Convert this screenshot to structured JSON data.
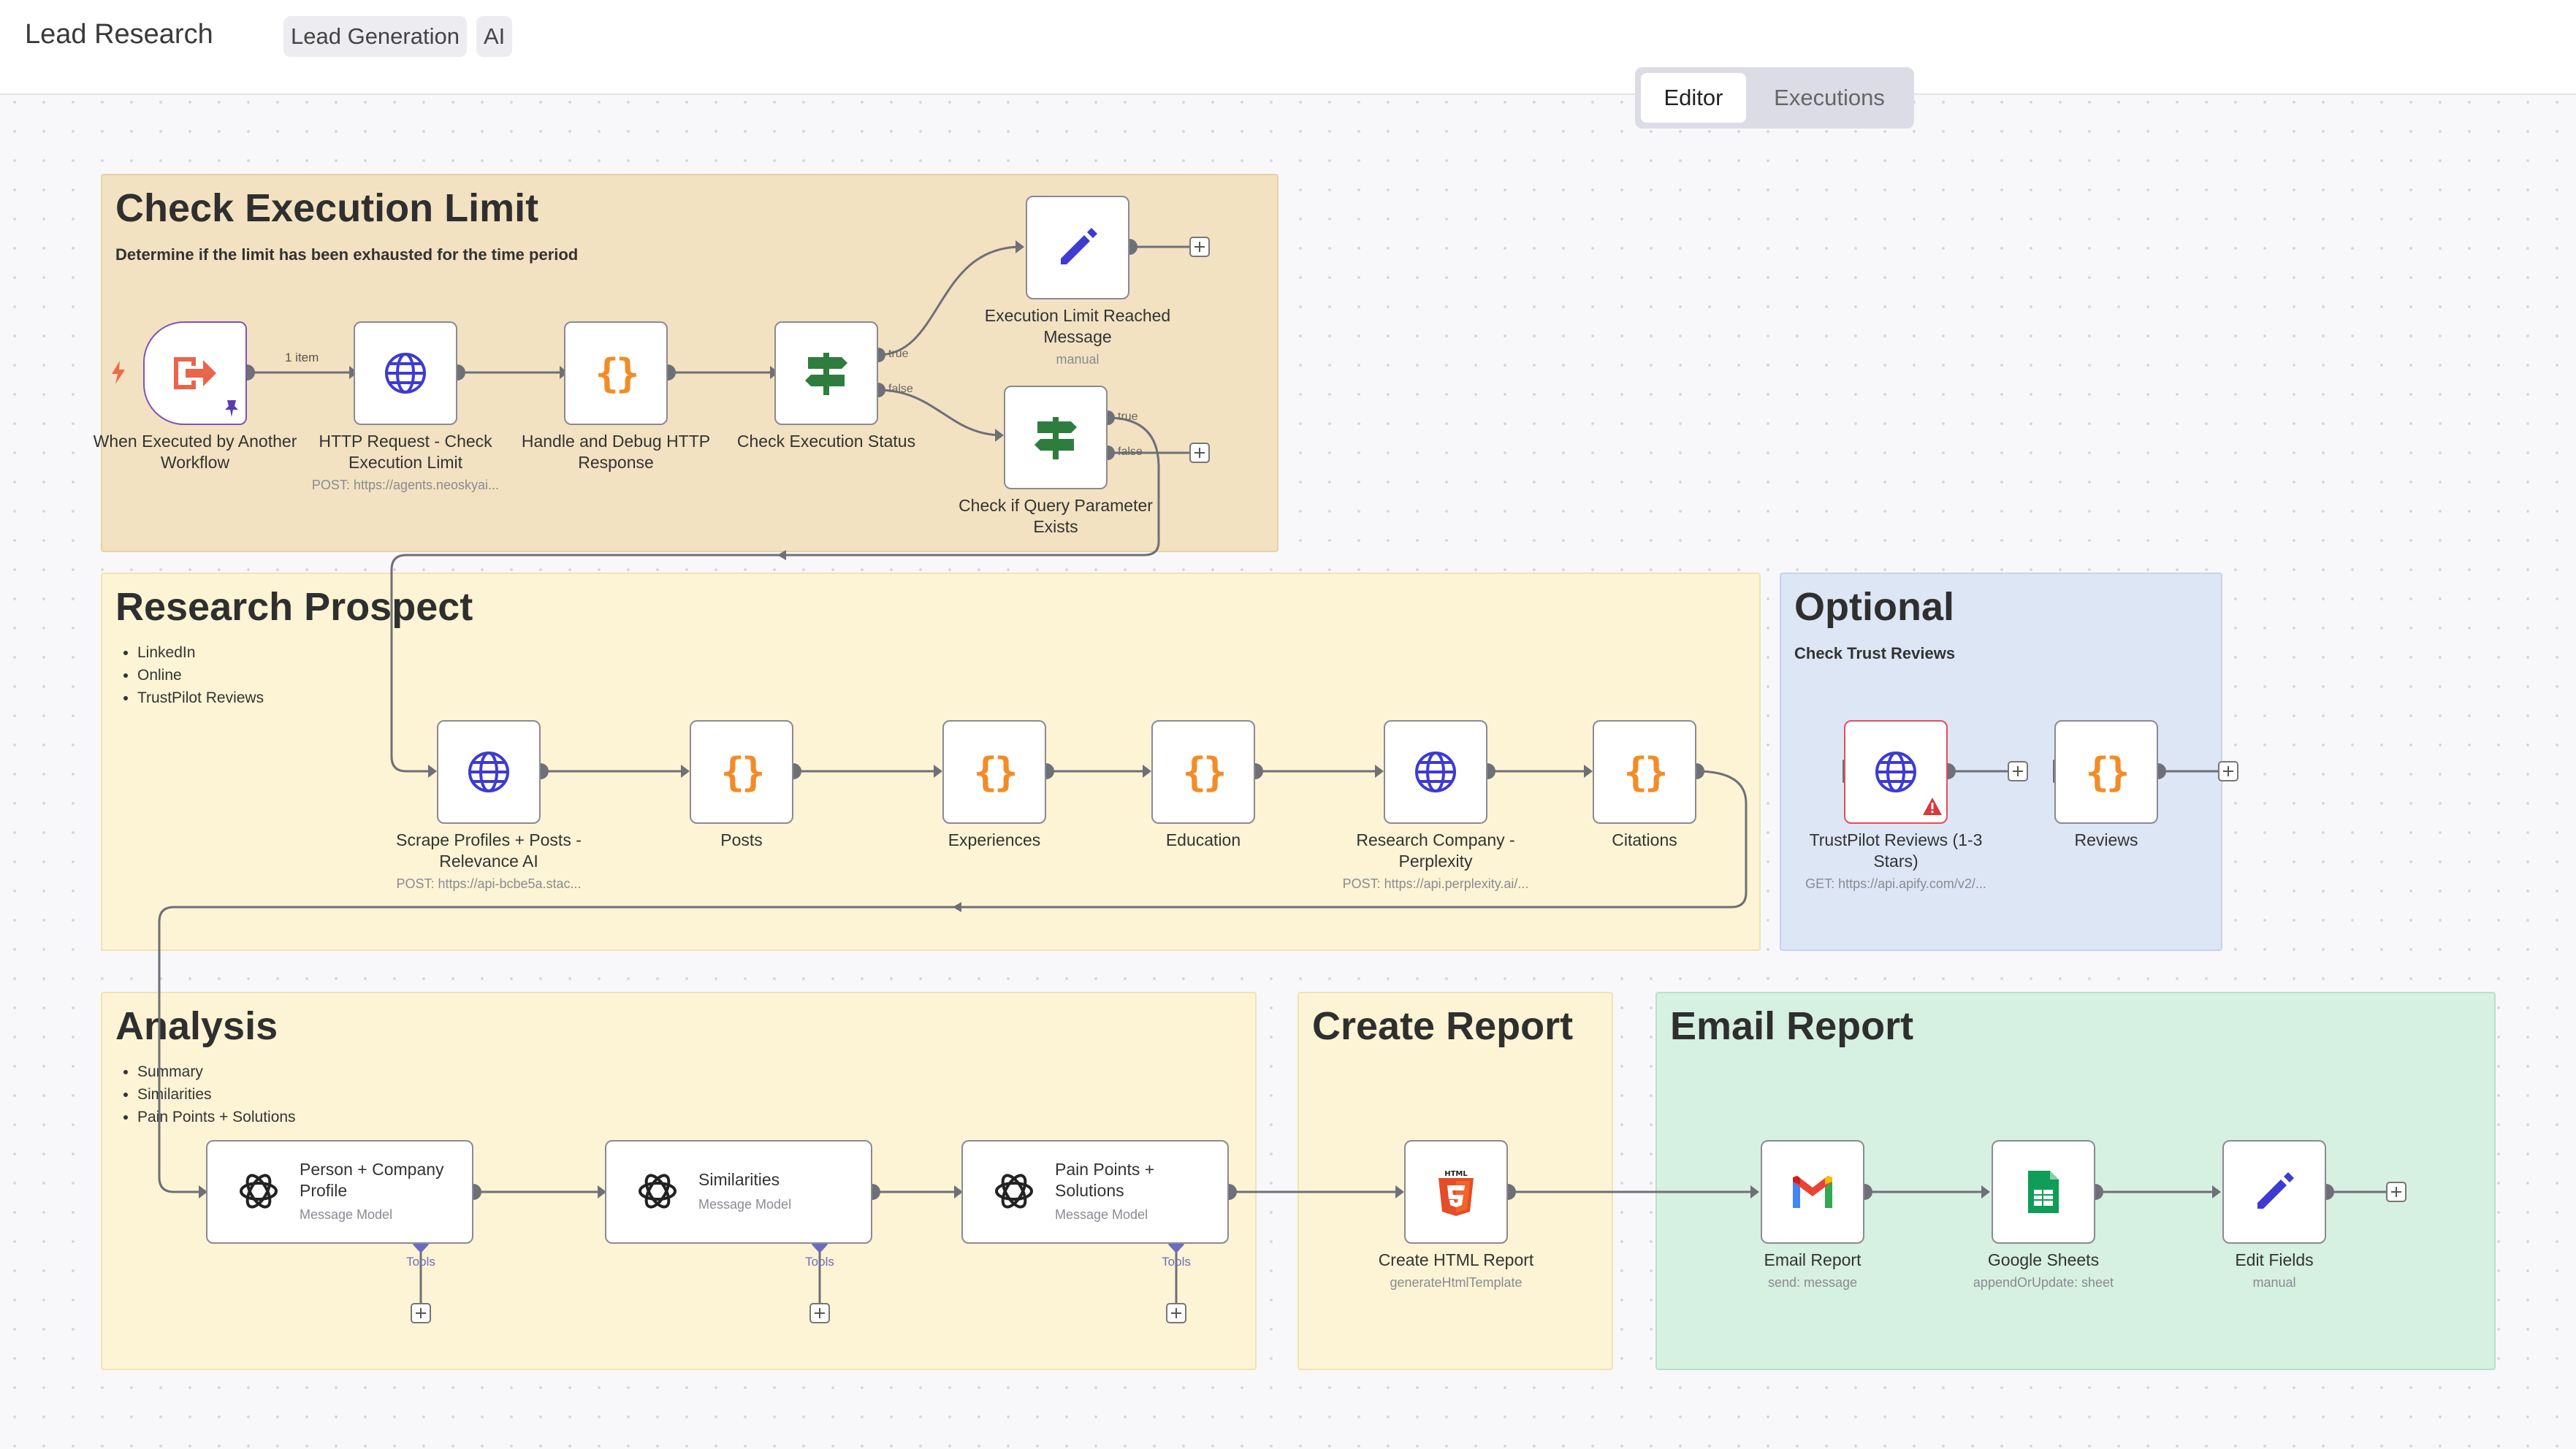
{
  "header": {
    "title": "Lead Research",
    "tags": [
      "Lead Generation",
      "AI"
    ],
    "view_tabs": [
      "Editor",
      "Executions"
    ],
    "active_view": "Editor"
  },
  "colors": {
    "check_group": "#f2e2c1",
    "research_group": "#fcf4d4",
    "optional_group": "#dde6f5",
    "email_group": "#d6f0e1",
    "connection": "#6f6f78",
    "trigger_icon": "#e8654b",
    "http_icon": "#3d3bd1",
    "code_icon": "#f28c28",
    "if_icon": "#2e7d3e",
    "set_icon": "#3d3bd1",
    "error": "#e74c5c"
  },
  "groups": {
    "check": {
      "title": "Check Execution Limit",
      "description": "Determine if the limit has been exhausted for the time period"
    },
    "research": {
      "title": "Research Prospect",
      "bullets": [
        "LinkedIn",
        "Online",
        "TrustPilot Reviews"
      ]
    },
    "optional": {
      "title": "Optional",
      "description": "Check Trust Reviews"
    },
    "analysis": {
      "title": "Analysis",
      "bullets": [
        "Summary",
        "Similarities",
        "Pain Points + Solutions"
      ]
    },
    "create": {
      "title": "Create Report"
    },
    "email": {
      "title": "Email Report"
    }
  },
  "nodes": {
    "trigger": {
      "name": "When Executed by Another Workflow",
      "icon": "execute-workflow-trigger-icon"
    },
    "http_check": {
      "name": "HTTP Request - Check Execution Limit",
      "sub": "POST: https://agents.neoskyai...",
      "icon": "globe-icon"
    },
    "handle_debug": {
      "name": "Handle and Debug HTTP Response",
      "icon": "code-braces-icon"
    },
    "check_status": {
      "name": "Check Execution Status",
      "icon": "signpost-icon"
    },
    "limit_reached": {
      "name": "Execution Limit Reached Message",
      "sub": "manual",
      "icon": "pencil-icon"
    },
    "check_query": {
      "name": "Check if Query Parameter Exists",
      "icon": "signpost-icon"
    },
    "scrape": {
      "name": "Scrape Profiles + Posts - Relevance AI",
      "sub": "POST: https://api-bcbe5a.stac...",
      "icon": "globe-icon"
    },
    "posts": {
      "name": "Posts",
      "icon": "code-braces-icon"
    },
    "experiences": {
      "name": "Experiences",
      "icon": "code-braces-icon"
    },
    "education": {
      "name": "Education",
      "icon": "code-braces-icon"
    },
    "research_company": {
      "name": "Research Company - Perplexity",
      "sub": "POST: https://api.perplexity.ai/...",
      "icon": "globe-icon"
    },
    "citations": {
      "name": "Citations",
      "icon": "code-braces-icon"
    },
    "trustpilot": {
      "name": "TrustPilot Reviews (1-3 Stars)",
      "sub": "GET: https://api.apify.com/v2/...",
      "icon": "globe-icon"
    },
    "reviews": {
      "name": "Reviews",
      "icon": "code-braces-icon"
    },
    "person_profile": {
      "name": "Person + Company Profile",
      "sub": "Message Model",
      "icon": "openai-icon"
    },
    "similarities": {
      "name": "Similarities",
      "sub": "Message Model",
      "icon": "openai-icon"
    },
    "pain_points": {
      "name": "Pain Points + Solutions",
      "sub": "Message Model",
      "icon": "openai-icon"
    },
    "html_report": {
      "name": "Create HTML Report",
      "sub": "generateHtmlTemplate",
      "icon": "html5-icon"
    },
    "email_report": {
      "name": "Email Report",
      "sub": "send: message",
      "icon": "gmail-icon"
    },
    "google_sheets": {
      "name": "Google Sheets",
      "sub": "appendOrUpdate: sheet",
      "icon": "google-sheets-icon"
    },
    "edit_fields": {
      "name": "Edit Fields",
      "sub": "manual",
      "icon": "pencil-icon"
    }
  },
  "labels": {
    "item_count": "1 item",
    "true_branch": "true",
    "false_branch": "false",
    "tools": "Tools",
    "html_badge": "HTML"
  }
}
